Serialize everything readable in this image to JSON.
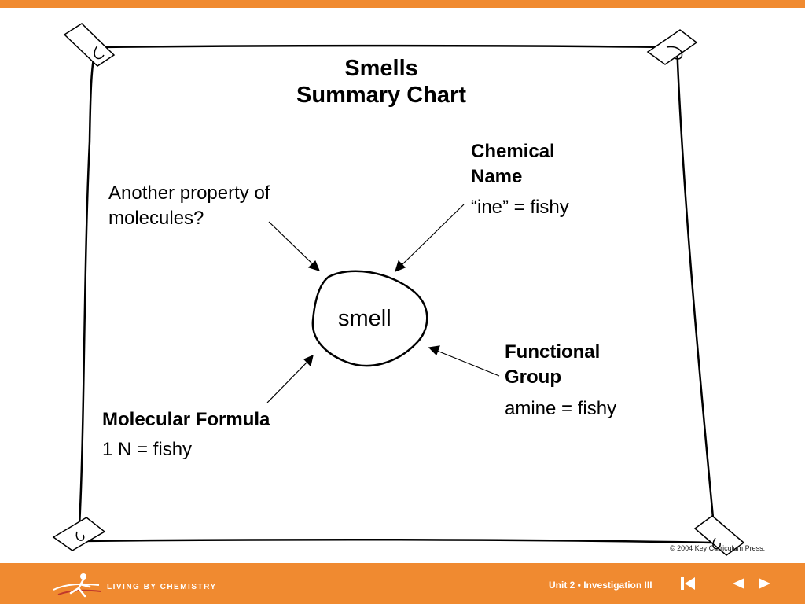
{
  "title": {
    "line1": "Smells",
    "line2": "Summary Chart"
  },
  "center": {
    "label": "smell"
  },
  "nodes": {
    "property": {
      "text": "Another property of molecules?"
    },
    "chemical_name": {
      "heading": "Chemical Name",
      "text": "“ine” = fishy"
    },
    "functional_group": {
      "heading": "Functional Group",
      "text": "amine = fishy"
    },
    "molecular_formula": {
      "heading": "Molecular Formula",
      "text": "1 N = fishy"
    }
  },
  "copyright": "© 2004 Key Curriculum Press.",
  "footer": {
    "brand": "LIVING BY CHEMISTRY",
    "location": "Unit 2 •  Investigation III",
    "nav_icons": [
      "first-slide-icon",
      "previous-slide-icon",
      "next-slide-icon"
    ]
  },
  "colors": {
    "accent": "#f08a30",
    "ink": "#000000",
    "footer_text": "#ffffff"
  }
}
